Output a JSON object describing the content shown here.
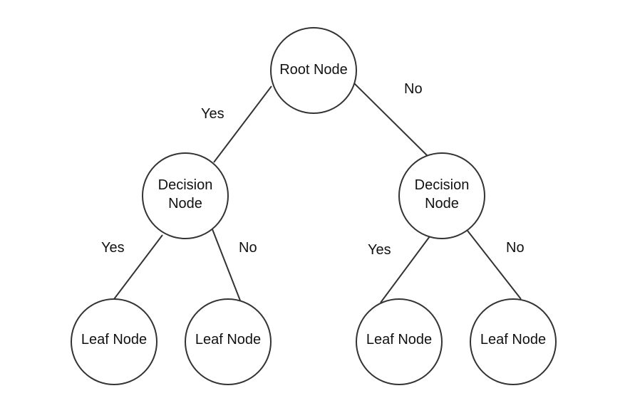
{
  "diagram": {
    "nodes": {
      "root": {
        "lines": [
          "Root Node"
        ]
      },
      "decision_left": {
        "lines": [
          "Decision",
          "Node"
        ]
      },
      "decision_right": {
        "lines": [
          "Decision",
          "Node"
        ]
      },
      "leaf_1": {
        "lines": [
          "Leaf Node"
        ]
      },
      "leaf_2": {
        "lines": [
          "Leaf Node"
        ]
      },
      "leaf_3": {
        "lines": [
          "Leaf Node"
        ]
      },
      "leaf_4": {
        "lines": [
          "Leaf Node"
        ]
      }
    },
    "edge_labels": {
      "root_left": "Yes",
      "root_right": "No",
      "left_left": "Yes",
      "left_right": "No",
      "right_left": "Yes",
      "right_right": "No"
    },
    "colors": {
      "stroke": "#333333",
      "text": "#111111",
      "background": "#ffffff"
    }
  }
}
